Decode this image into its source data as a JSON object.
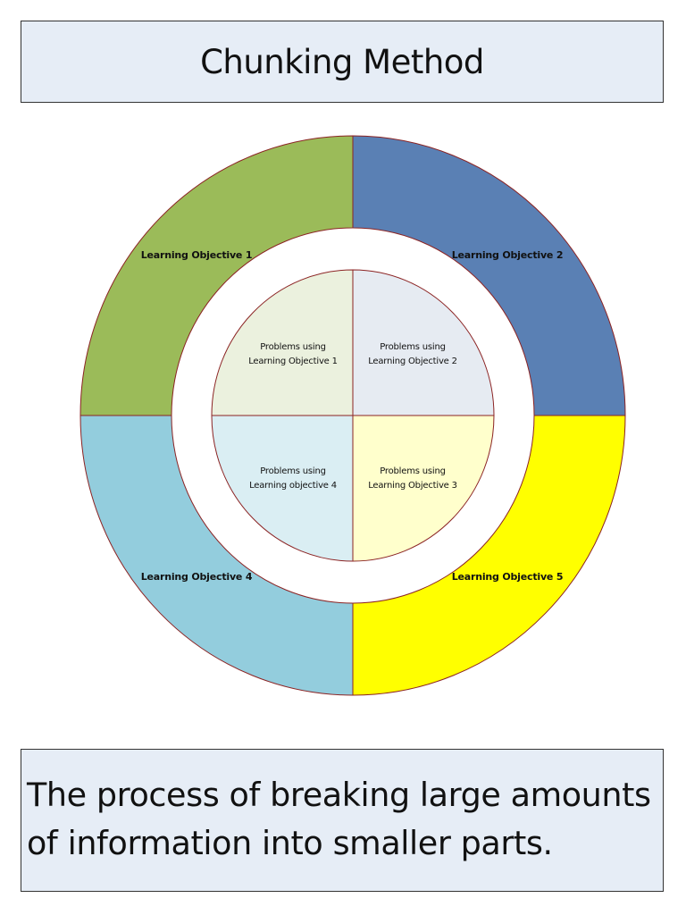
{
  "header": {
    "title": "Chunking Method"
  },
  "diagram": {
    "outer_ring": [
      {
        "label": "Learning Objective 1",
        "color": "#9bbb59"
      },
      {
        "label": "Learning Objective 2",
        "color": "#5a80b4"
      },
      {
        "label": "Learning Objective 5",
        "color": "#ffff00"
      },
      {
        "label": "Learning Objective 4",
        "color": "#93cddd"
      }
    ],
    "inner_circle": [
      {
        "line1": "Problems using",
        "line2": "Learning Objective 1",
        "color": "#ebf1de"
      },
      {
        "line1": "Problems using",
        "line2": "Learning Objective 2",
        "color": "#e6ebf2"
      },
      {
        "line1": "Problems using",
        "line2": "Learning Objective 3",
        "color": "#ffffcc"
      },
      {
        "line1": "Problems using",
        "line2": "Learning objective 4",
        "color": "#daeef3"
      }
    ],
    "border_color": "#8b2323"
  },
  "footer": {
    "line1": "The process of breaking large amounts",
    "line2": "of information into smaller parts."
  }
}
